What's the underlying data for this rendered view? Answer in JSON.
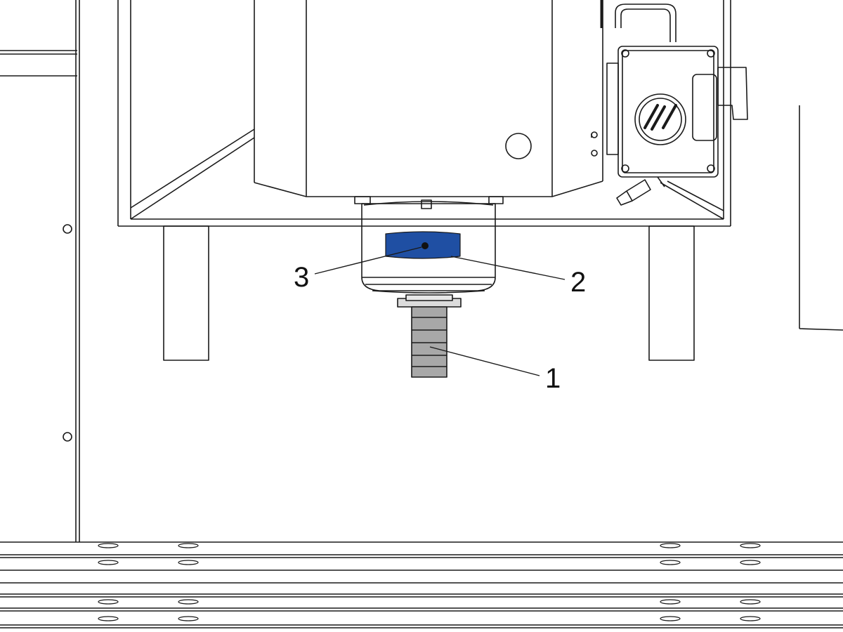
{
  "colors": {
    "line": "#1a1a1a",
    "background": "#ffffff",
    "highlight_band": "#1f4fa3",
    "tool_holder": "#a8a8a8",
    "screw_fill": "#e6e6e6"
  },
  "icons": {
    "logo": "haas-logo-icon"
  },
  "callouts": [
    {
      "id": "1",
      "label": "1",
      "part": "tool-holder"
    },
    {
      "id": "2",
      "label": "2",
      "part": "blue-band"
    },
    {
      "id": "3",
      "label": "3",
      "part": "reference-point"
    }
  ]
}
